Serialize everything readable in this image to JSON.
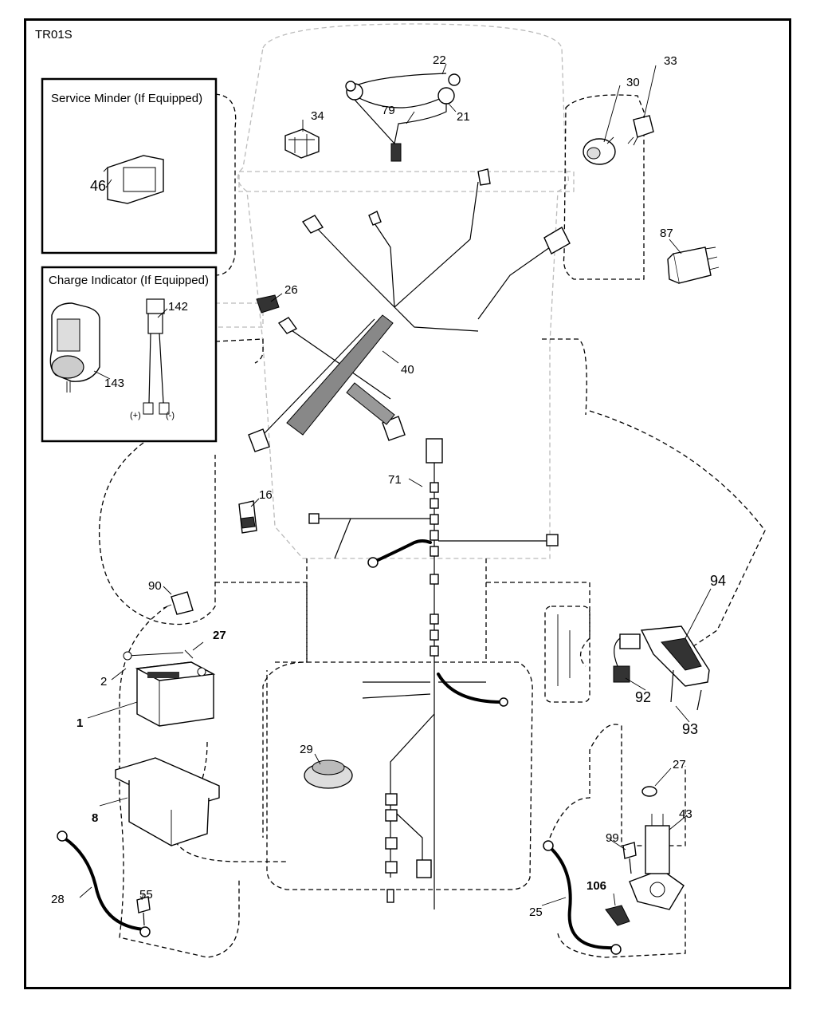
{
  "diagram_code": "TR01S",
  "insets": {
    "service_minder": {
      "title": "Service Minder (If Equipped)"
    },
    "charge_indicator": {
      "title": "Charge Indicator (If Equipped)",
      "plus": "(+)",
      "minus": "(-)"
    }
  },
  "callouts": {
    "p1": "1",
    "p2": "2",
    "p8": "8",
    "p16": "16",
    "p21": "21",
    "p22": "22",
    "p25": "25",
    "p26": "26",
    "p27a": "27",
    "p27b": "27",
    "p28": "28",
    "p29": "29",
    "p30": "30",
    "p33": "33",
    "p34": "34",
    "p40": "40",
    "p43": "43",
    "p46": "46",
    "p55": "55",
    "p71": "71",
    "p79": "79",
    "p87": "87",
    "p90": "90",
    "p92": "92",
    "p93": "93",
    "p94": "94",
    "p99": "99",
    "p106": "106",
    "p142": "142",
    "p143": "143"
  }
}
